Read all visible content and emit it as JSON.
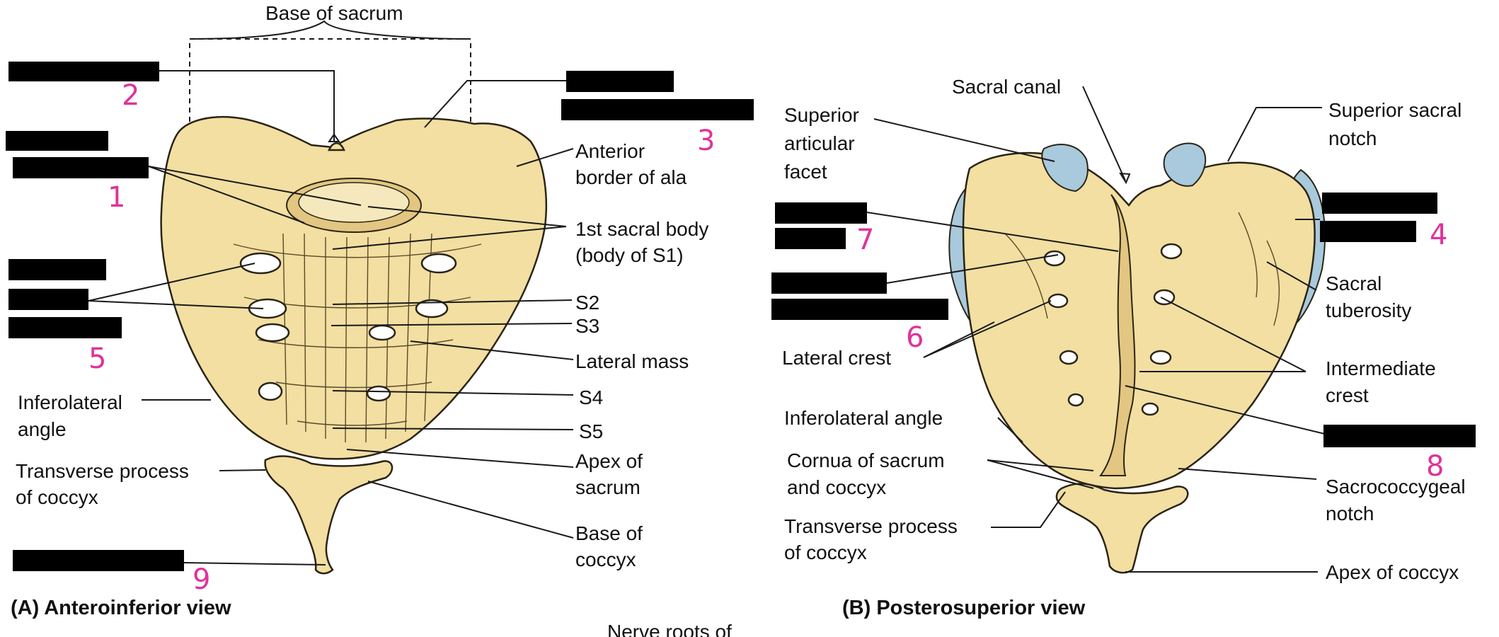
{
  "figure": {
    "caption_a": "(A) Anteroinferior view",
    "caption_b": "(B) Posterosuperior view",
    "cutoff_text": "Nerve roots of"
  },
  "panel_a": {
    "labels": {
      "base_of_sacrum": "Base of sacrum",
      "anterior_border_l1": "Anterior",
      "anterior_border_l2": "border of ala",
      "first_body_l1": "1st sacral body",
      "first_body_l2": "(body of S1)",
      "s2": "S2",
      "s3": "S3",
      "lateral_mass": "Lateral mass",
      "s4": "S4",
      "s5": "S5",
      "inferolateral_l1": "Inferolateral",
      "inferolateral_l2": "angle",
      "transverse_l1": "Transverse process",
      "transverse_l2": "of coccyx",
      "apex_l1": "Apex of",
      "apex_l2": "sacrum",
      "base_coccyx_l1": "Base of",
      "base_coccyx_l2": "coccyx"
    },
    "numbers": {
      "n1": "1",
      "n2": "2",
      "n3": "3",
      "n5": "5",
      "n9": "9"
    }
  },
  "panel_b": {
    "labels": {
      "sacral_canal": "Sacral canal",
      "superior_articular_l1": "Superior",
      "superior_articular_l2": "articular",
      "superior_articular_l3": "facet",
      "superior_notch_l1": "Superior sacral",
      "superior_notch_l2": "notch",
      "sacral_tuberosity_l1": "Sacral",
      "sacral_tuberosity_l2": "tuberosity",
      "lateral_crest": "Lateral crest",
      "intermediate_l1": "Intermediate",
      "intermediate_l2": "crest",
      "inferolateral_angle": "Inferolateral angle",
      "cornua_l1": "Cornua of sacrum",
      "cornua_l2": "and coccyx",
      "sacrococcygeal_l1": "Sacrococcygeal",
      "sacrococcygeal_l2": "notch",
      "transverse_l1": "Transverse process",
      "transverse_l2": "of coccyx",
      "apex_coccyx": "Apex of coccyx"
    },
    "numbers": {
      "n4": "4",
      "n6": "6",
      "n7": "7",
      "n8": "8"
    }
  },
  "colors": {
    "bone": "#f2dfa1",
    "articular_blue": "#a9c9dc",
    "handwritten_numbers": "#e0329a",
    "redaction": "#000000"
  }
}
